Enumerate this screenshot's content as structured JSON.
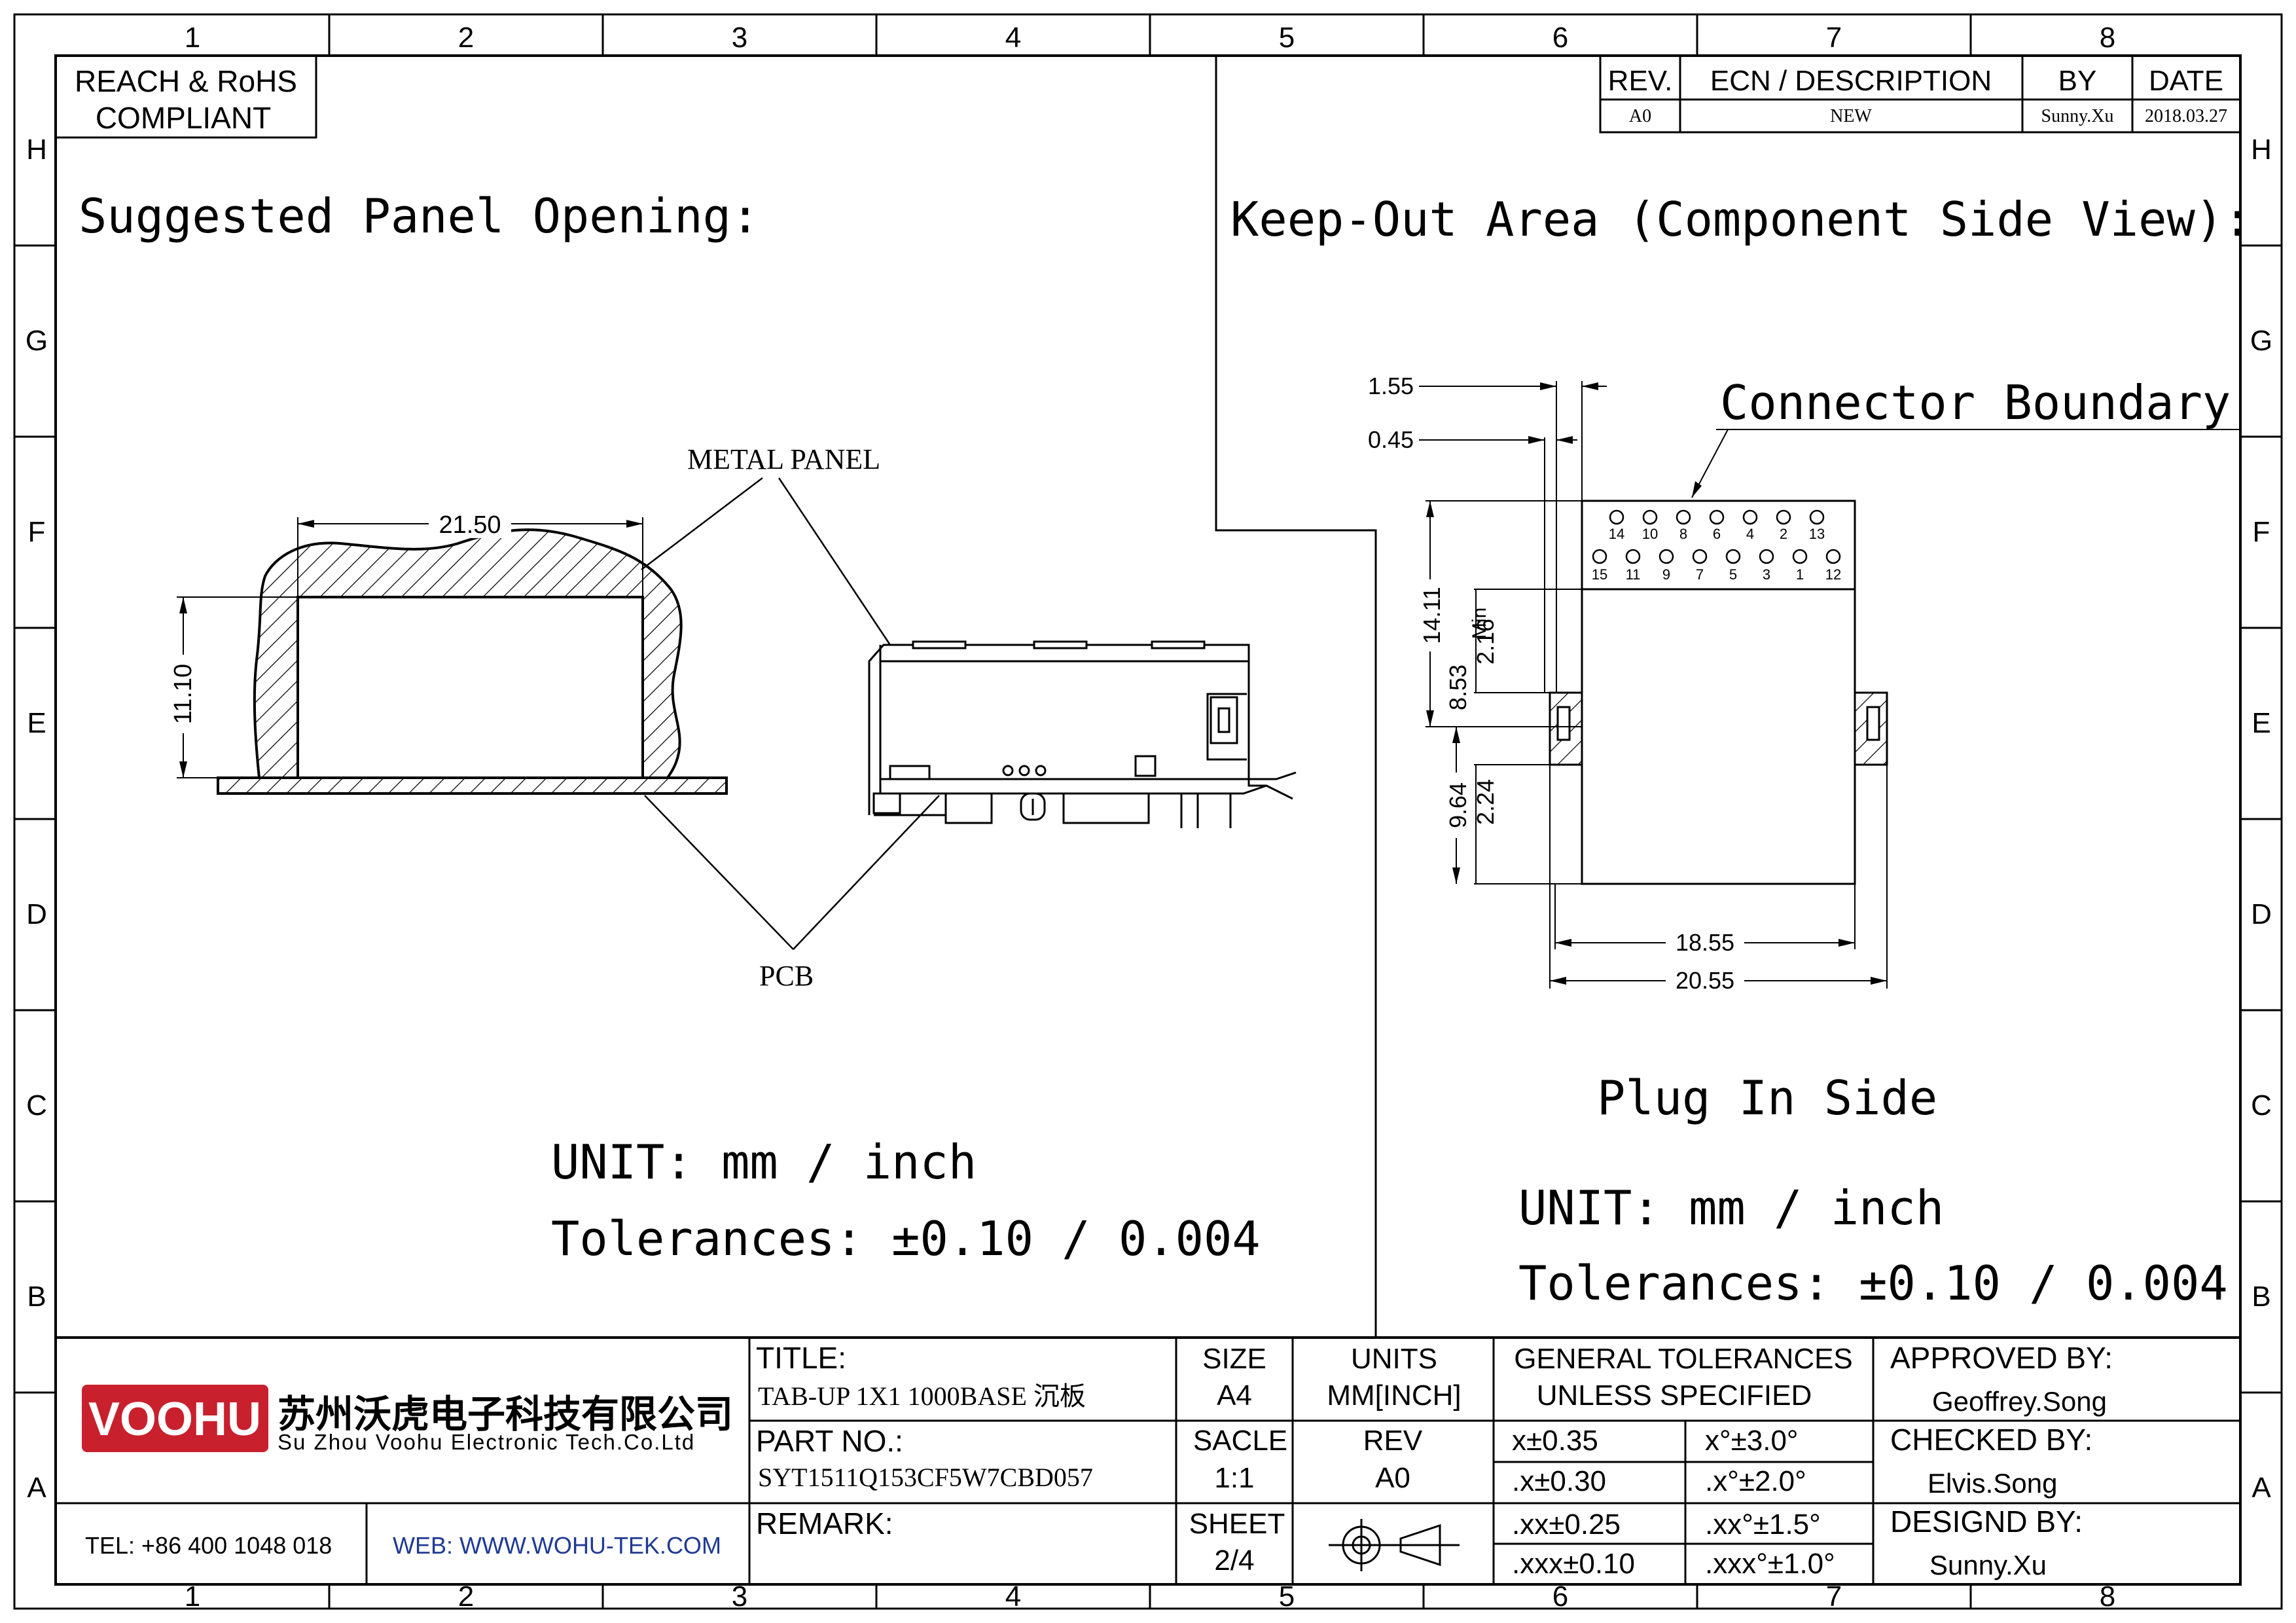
{
  "border": {
    "columns": [
      "1",
      "2",
      "3",
      "4",
      "5",
      "6",
      "7",
      "8"
    ],
    "rows": [
      "H",
      "G",
      "F",
      "E",
      "D",
      "C",
      "B",
      "A"
    ]
  },
  "compliance": [
    "REACH & RoHS",
    "COMPLIANT"
  ],
  "revision_table": {
    "headers": {
      "rev": "REV.",
      "ecn": "ECN / DESCRIPTION",
      "by": "BY",
      "date": "DATE"
    },
    "row": {
      "rev": "A0",
      "ecn": "NEW",
      "by": "Sunny.Xu",
      "date": "2018.03.27"
    }
  },
  "left_view": {
    "heading": "Suggested Panel Opening:",
    "metal_panel_label": "METAL PANEL",
    "pcb_label": "PCB",
    "dim_width": "21.50",
    "dim_height": "11.10",
    "unit_line": "UNIT: mm / inch",
    "tolerance_line": "Tolerances: ±0.10 / 0.004"
  },
  "right_view": {
    "heading": "Keep-Out Area (Component Side View):",
    "boundary_label": "Connector Boundary",
    "dims": {
      "d155": "1.55",
      "d045": "0.45",
      "d1411": "14.11",
      "d853": "8.53",
      "d216": "2.16",
      "min": "Min",
      "d964": "9.64",
      "d224": "2.24",
      "d1855": "18.55",
      "d2055": "20.55"
    },
    "pins_top": [
      "14",
      "10",
      "8",
      "6",
      "4",
      "2",
      "13"
    ],
    "pins_bottom": [
      "15",
      "11",
      "9",
      "7",
      "5",
      "3",
      "1",
      "12"
    ],
    "plug_label": "Plug In Side",
    "unit_line": "UNIT: mm / inch",
    "tolerance_line": "Tolerances: ±0.10 / 0.004"
  },
  "title_block": {
    "company_logo": "VOOHU",
    "company_cn": "苏州沃虎电子科技有限公司",
    "company_en": "Su Zhou Voohu Electronic Tech.Co.Ltd",
    "tel": "TEL: +86 400 1048 018",
    "web": "WEB: WWW.WOHU-TEK.COM",
    "title_label": "TITLE:",
    "title_value": "TAB-UP 1X1 1000BASE 沉板",
    "part_label": "PART NO.:",
    "part_value": "SYT1511Q153CF5W7CBD057",
    "remark_label": "REMARK:",
    "size_label": "SIZE",
    "size_value": "A4",
    "units_label": "UNITS",
    "units_value": "MM[INCH]",
    "scale_label": "SACLE",
    "scale_value": "1:1",
    "rev_label": "REV",
    "rev_value": "A0",
    "sheet_label": "SHEET",
    "sheet_value": "2/4",
    "gen_tol_1": "GENERAL TOLERANCES",
    "gen_tol_2": "UNLESS SPECIFIED",
    "tol": [
      [
        "x±0.35",
        "x°±3.0°"
      ],
      [
        ".x±0.30",
        ".x°±2.0°"
      ],
      [
        ".xx±0.25",
        ".xx°±1.5°"
      ],
      [
        ".xxx±0.10",
        ".xxx°±1.0°"
      ]
    ],
    "approved_label": "APPROVED BY:",
    "approved_value": "Geoffrey.Song",
    "checked_label": "CHECKED BY:",
    "checked_value": "Elvis.Song",
    "design_label": "DESIGND BY:",
    "design_value": "Sunny.Xu"
  }
}
